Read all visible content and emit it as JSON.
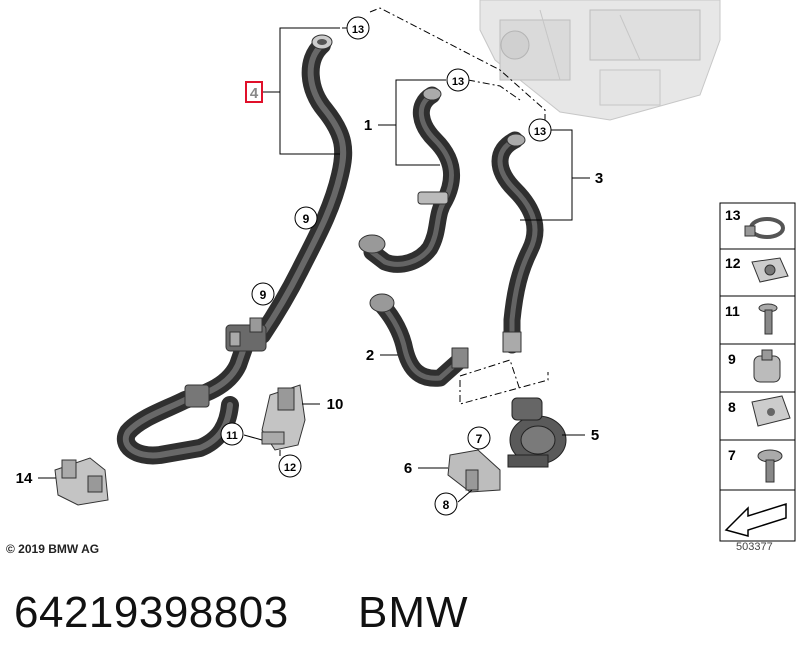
{
  "callouts": {
    "c1": "1",
    "c2": "2",
    "c3": "3",
    "c4": "4",
    "c5": "5",
    "c6": "6",
    "c7": "7",
    "c8": "8",
    "c9a": "9",
    "c9b": "9",
    "c10": "10",
    "c11": "11",
    "c12": "12",
    "c13a": "13",
    "c13b": "13",
    "c13c": "13",
    "c14": "14"
  },
  "legend": {
    "items": [
      "13",
      "12",
      "11",
      "9",
      "8",
      "7"
    ]
  },
  "footer": {
    "copyright": "© 2019 BMW AG",
    "ref": "503377"
  },
  "caption": {
    "part_number": "64219398803",
    "brand": "BMW"
  },
  "colors": {
    "hose": "#3d3d3d",
    "hose_highlight": "#777777",
    "line": "#000000",
    "highlight_box": "#e0102a"
  }
}
